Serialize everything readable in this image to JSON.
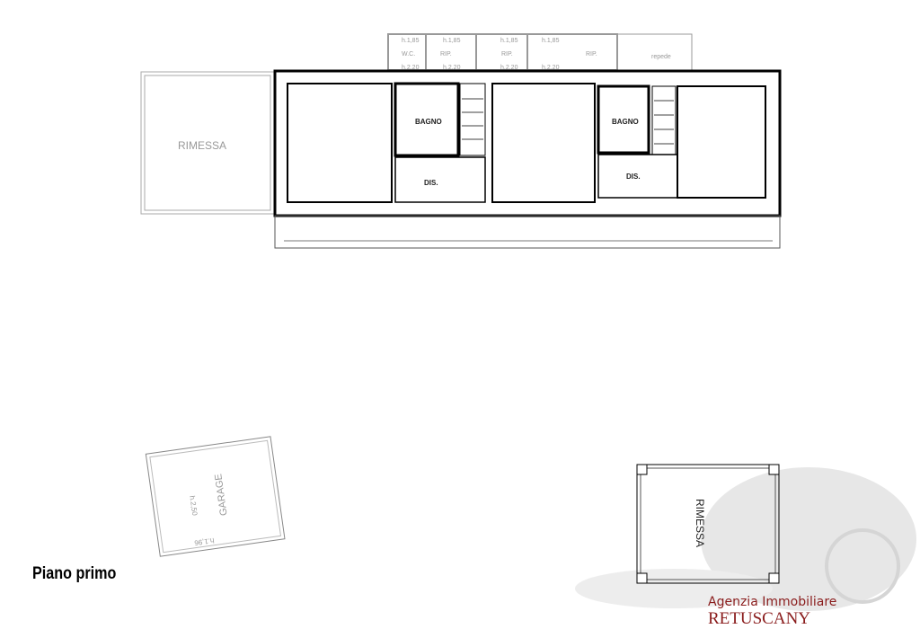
{
  "title": "Piano primo",
  "rooms": {
    "rimessa_left": "RIMESSA",
    "bagno_1": "BAGNO",
    "bagno_2": "BAGNO",
    "dis_1": "DIS.",
    "dis_2": "DIS.",
    "garage": "GARAGE",
    "garage_h1": "h.2,50",
    "garage_h2": "h.1,96",
    "rimessa_right": "RIMESSA"
  },
  "annex": {
    "h_top": [
      "h.1,85",
      "h.1,85",
      "h.1,85",
      "h.1,85"
    ],
    "h_bottom": [
      "h.2.20",
      "h.2.20",
      "h.2.20",
      "h.2.20"
    ],
    "wc": "W.C.",
    "rip": [
      "RIP.",
      "RIP.",
      "RIP."
    ],
    "repede": "repede"
  },
  "watermark": {
    "agency": "Agenzia Immobiliare",
    "brand": "RETUSCANY",
    "color": "#8a1c1c"
  }
}
